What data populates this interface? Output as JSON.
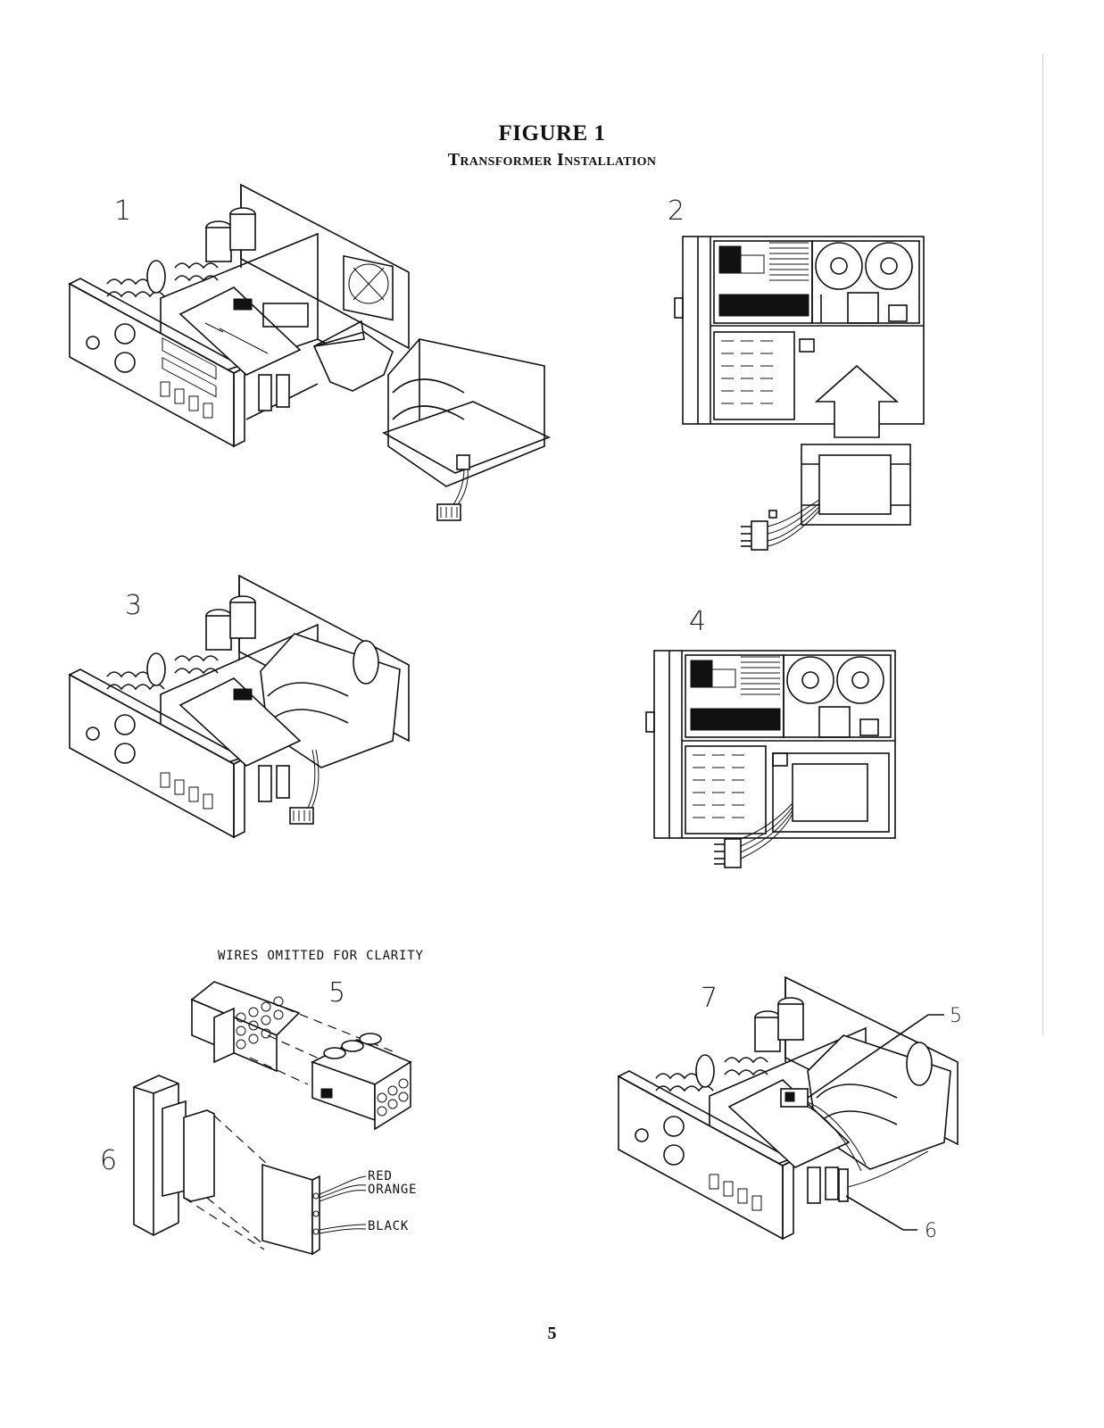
{
  "header": {
    "figure_title": "FIGURE 1",
    "figure_subtitle": "Transformer Installation"
  },
  "steps": [
    {
      "number": "1"
    },
    {
      "number": "2"
    },
    {
      "number": "3"
    },
    {
      "number": "4"
    },
    {
      "number": "5"
    },
    {
      "number": "6"
    },
    {
      "number": "7"
    }
  ],
  "callouts": {
    "note": "WIRES OMITTED FOR CLARITY",
    "wire_red": "RED",
    "wire_orange": "ORANGE",
    "wire_black": "BLACK",
    "leader_5": "5",
    "leader_6": "6"
  },
  "footer": {
    "page_number": "5"
  }
}
